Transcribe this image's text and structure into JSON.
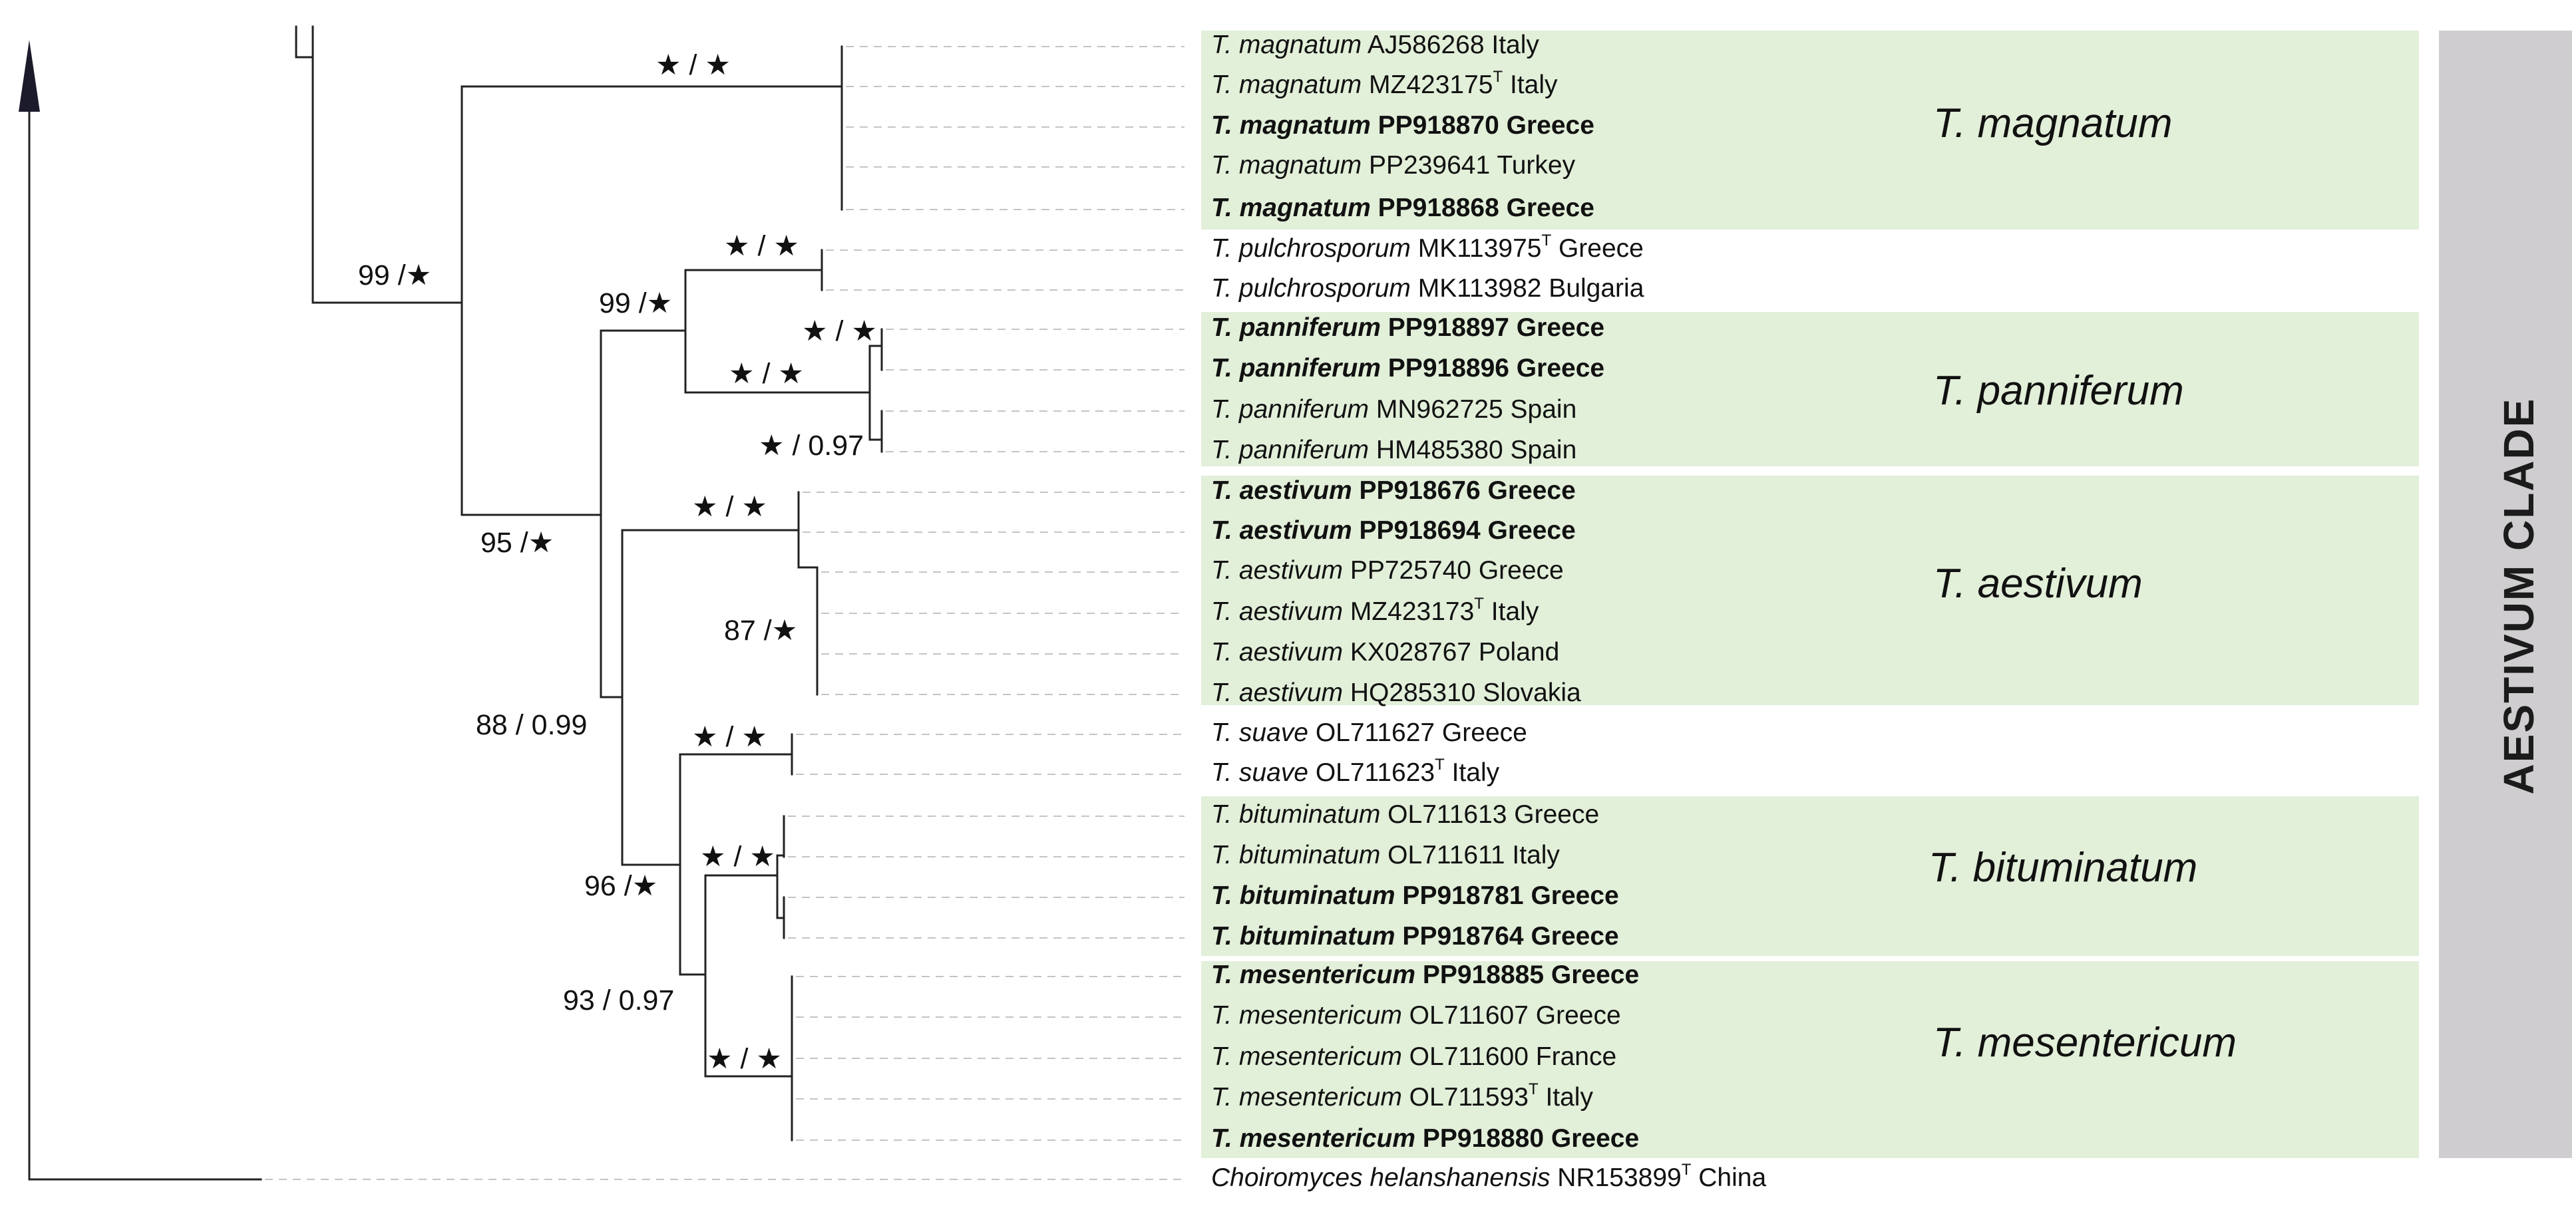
{
  "colors": {
    "group_band": "#e2efd9",
    "clade_bar": "#cfcdcf",
    "branch": "#222222",
    "guide_line": "#c4c4c4",
    "text": "#111111"
  },
  "clade": {
    "label": "AESTIVUM CLADE"
  },
  "groups": [
    {
      "label": "T. magnatum"
    },
    {
      "label": "T. panniferum"
    },
    {
      "label": "T. aestivum"
    },
    {
      "label": "T. bituminatum"
    },
    {
      "label": "T. mesentericum"
    }
  ],
  "taxa": [
    {
      "genus": "T.",
      "species": "magnatum",
      "accession": "AJ586268",
      "type_strain": false,
      "country": "Italy",
      "bold": false
    },
    {
      "genus": "T.",
      "species": "magnatum",
      "accession": "MZ423175",
      "type_strain": true,
      "country": "Italy",
      "bold": false
    },
    {
      "genus": "T.",
      "species": "magnatum",
      "accession": "PP918870",
      "type_strain": false,
      "country": "Greece",
      "bold": true
    },
    {
      "genus": "T.",
      "species": "magnatum",
      "accession": "PP239641",
      "type_strain": false,
      "country": "Turkey",
      "bold": false
    },
    {
      "genus": "T.",
      "species": "magnatum",
      "accession": "PP918868",
      "type_strain": false,
      "country": "Greece",
      "bold": true
    },
    {
      "genus": "T.",
      "species": "pulchrosporum",
      "accession": "MK113975",
      "type_strain": true,
      "country": "Greece",
      "bold": false
    },
    {
      "genus": "T.",
      "species": "pulchrosporum",
      "accession": "MK113982",
      "type_strain": false,
      "country": "Bulgaria",
      "bold": false
    },
    {
      "genus": "T.",
      "species": "panniferum",
      "accession": "PP918897",
      "type_strain": false,
      "country": "Greece",
      "bold": true
    },
    {
      "genus": "T.",
      "species": "panniferum",
      "accession": "PP918896",
      "type_strain": false,
      "country": "Greece",
      "bold": true
    },
    {
      "genus": "T.",
      "species": "panniferum",
      "accession": "MN962725",
      "type_strain": false,
      "country": "Spain",
      "bold": false
    },
    {
      "genus": "T.",
      "species": "panniferum",
      "accession": "HM485380",
      "type_strain": false,
      "country": "Spain",
      "bold": false
    },
    {
      "genus": "T.",
      "species": "aestivum",
      "accession": "PP918676",
      "type_strain": false,
      "country": "Greece",
      "bold": true
    },
    {
      "genus": "T.",
      "species": "aestivum",
      "accession": "PP918694",
      "type_strain": false,
      "country": "Greece",
      "bold": true
    },
    {
      "genus": "T.",
      "species": "aestivum",
      "accession": "PP725740",
      "type_strain": false,
      "country": "Greece",
      "bold": false
    },
    {
      "genus": "T.",
      "species": "aestivum",
      "accession": "MZ423173",
      "type_strain": true,
      "country": "Italy",
      "bold": false
    },
    {
      "genus": "T.",
      "species": "aestivum",
      "accession": "KX028767",
      "type_strain": false,
      "country": "Poland",
      "bold": false
    },
    {
      "genus": "T.",
      "species": "aestivum",
      "accession": "HQ285310",
      "type_strain": false,
      "country": "Slovakia",
      "bold": false
    },
    {
      "genus": "T.",
      "species": "suave",
      "accession": "OL711627",
      "type_strain": false,
      "country": "Greece",
      "bold": false
    },
    {
      "genus": "T.",
      "species": "suave",
      "accession": "OL711623",
      "type_strain": true,
      "country": "Italy",
      "bold": false
    },
    {
      "genus": "T.",
      "species": "bituminatum",
      "accession": "OL711613",
      "type_strain": false,
      "country": "Greece",
      "bold": false
    },
    {
      "genus": "T.",
      "species": "bituminatum",
      "accession": "OL711611",
      "type_strain": false,
      "country": "Italy",
      "bold": false
    },
    {
      "genus": "T.",
      "species": "bituminatum",
      "accession": "PP918781",
      "type_strain": false,
      "country": "Greece",
      "bold": true
    },
    {
      "genus": "T.",
      "species": "bituminatum",
      "accession": "PP918764",
      "type_strain": false,
      "country": "Greece",
      "bold": true
    },
    {
      "genus": "T.",
      "species": "mesentericum",
      "accession": "PP918885",
      "type_strain": false,
      "country": "Greece",
      "bold": true
    },
    {
      "genus": "T.",
      "species": "mesentericum",
      "accession": "OL711607",
      "type_strain": false,
      "country": "Greece",
      "bold": false
    },
    {
      "genus": "T.",
      "species": "mesentericum",
      "accession": "OL711600",
      "type_strain": false,
      "country": "France",
      "bold": false
    },
    {
      "genus": "T.",
      "species": "mesentericum",
      "accession": "OL711593",
      "type_strain": true,
      "country": "Italy",
      "bold": false
    },
    {
      "genus": "T.",
      "species": "mesentericum",
      "accession": "PP918880",
      "type_strain": false,
      "country": "Greece",
      "bold": true
    },
    {
      "genus": "Choiromyces",
      "species": "helanshanensis",
      "accession": "NR153899",
      "type_strain": true,
      "country": "China",
      "bold": false
    }
  ],
  "type_marker": "T",
  "support_values": [
    {
      "text": "★ / ★"
    },
    {
      "text": "99 /★"
    },
    {
      "text": "★ / ★"
    },
    {
      "text": "99 /★"
    },
    {
      "text": "★ / ★"
    },
    {
      "text": "★ / ★"
    },
    {
      "text": "★ / 0.97"
    },
    {
      "text": "95 /★"
    },
    {
      "text": "★ / ★"
    },
    {
      "text": "87 /★"
    },
    {
      "text": "88 / 0.99"
    },
    {
      "text": "★ / ★"
    },
    {
      "text": "96 /★"
    },
    {
      "text": "★ / ★"
    },
    {
      "text": "93 / 0.97"
    },
    {
      "text": "★ / ★"
    }
  ]
}
